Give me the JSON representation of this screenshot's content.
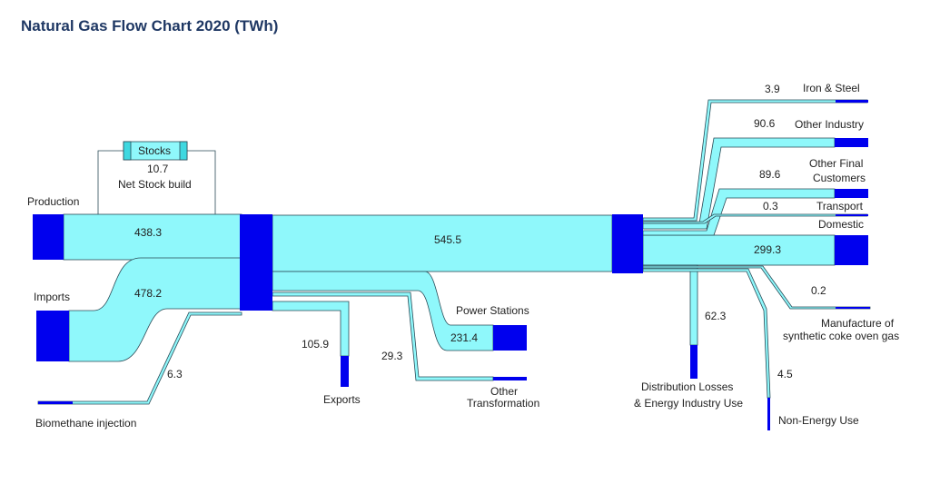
{
  "title": "Natural Gas Flow Chart 2020 (TWh)",
  "colors": {
    "flow": "#8ff8fb",
    "node": "#0000ee",
    "outline": "#2a4a56",
    "title": "#1f3864"
  },
  "sources": {
    "production": {
      "label": "Production",
      "value": "438.3"
    },
    "imports": {
      "label": "Imports",
      "value": "478.2"
    },
    "biomethane": {
      "label": "Biomethane injection",
      "value": "6.3"
    }
  },
  "stocks": {
    "label": "Stocks",
    "value": "10.7",
    "sublabel": "Net Stock build"
  },
  "main_flow": {
    "value": "545.5"
  },
  "exports": {
    "label": "Exports",
    "value": "105.9"
  },
  "power_stations": {
    "label": "Power Stations",
    "value": "231.4"
  },
  "other_transformation": {
    "label_line1": "Other",
    "label_line2": "Transformation",
    "value": "29.3"
  },
  "distribution": {
    "label_line1": "Distribution Losses",
    "label_line2": "& Energy Industry Use",
    "value": "62.3"
  },
  "non_energy": {
    "label": "Non-Energy Use",
    "value": "4.5"
  },
  "coke_oven": {
    "label_line1": "Manufacture of",
    "label_line2": "synthetic coke oven gas",
    "value": "0.2"
  },
  "iron_steel": {
    "label": "Iron & Steel",
    "value": "3.9"
  },
  "other_industry": {
    "label": "Other Industry",
    "value": "90.6"
  },
  "other_final": {
    "label_line1": "Other Final",
    "label_line2": "Customers",
    "value": "89.6"
  },
  "transport": {
    "label": "Transport",
    "value": "0.3"
  },
  "domestic": {
    "label": "Domestic",
    "value": "299.3"
  }
}
